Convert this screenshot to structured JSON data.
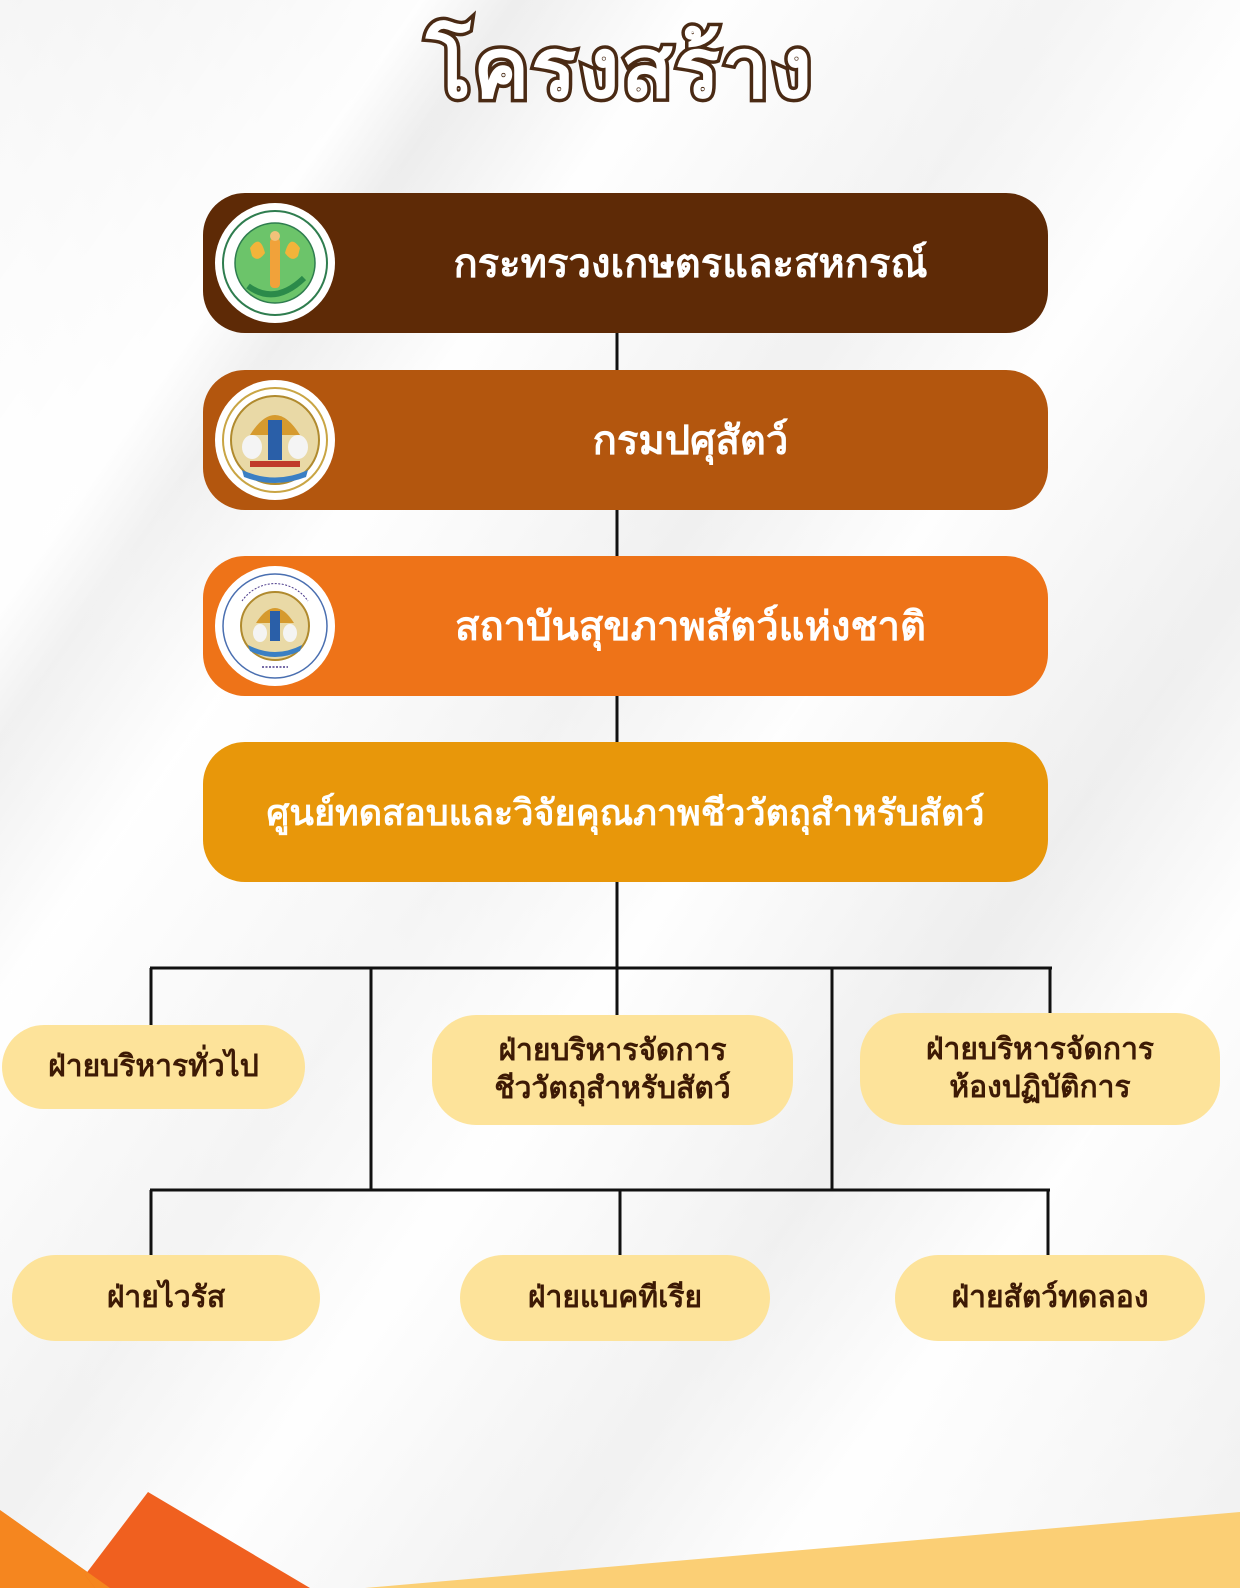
{
  "title": "โครงสร้าง",
  "colors": {
    "level1": "#5E2A06",
    "level2": "#B3560E",
    "level3": "#EE7318",
    "level4": "#E8970A",
    "division": "#FDE39A",
    "division_text": "#3D1A05",
    "connector": "#111111"
  },
  "hierarchy": [
    {
      "label": "กระทรวงเกษตรและสหกรณ์",
      "logo": "ministry-of-agriculture-seal-icon"
    },
    {
      "label": "กรมปศุสัตว์",
      "logo": "department-of-livestock-development-seal-icon"
    },
    {
      "label": "สถาบันสุขภาพสัตว์แห่งชาติ",
      "logo": "national-institute-of-animal-health-seal-icon"
    },
    {
      "label": "ศูนย์ทดสอบและวิจัยคุณภาพชีววัตถุสำหรับสัตว์"
    }
  ],
  "divisions_row1": [
    {
      "line1": "ฝ่ายบริหารทั่วไป",
      "line2": ""
    },
    {
      "line1": "ฝ่ายบริหารจัดการ",
      "line2": "ชีววัตถุสำหรับสัตว์"
    },
    {
      "line1": "ฝ่ายบริหารจัดการ",
      "line2": "ห้องปฏิบัติการ"
    }
  ],
  "divisions_row2": [
    {
      "line1": "ฝ่ายไวรัส"
    },
    {
      "line1": "ฝ่ายแบคทีเรีย"
    },
    {
      "line1": "ฝ่ายสัตว์ทดลอง"
    }
  ]
}
